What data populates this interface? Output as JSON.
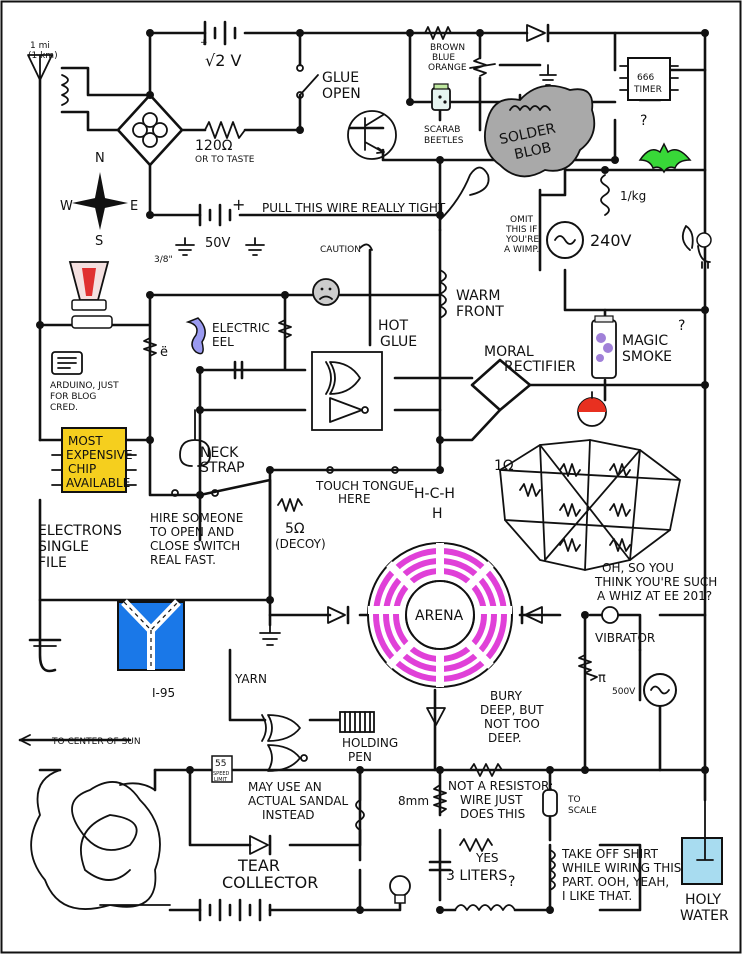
{
  "labels": {
    "distance_line1": "1 mi",
    "distance_line2": "(1 km)",
    "sqrt2v": "√2 V",
    "glue_open_1": "GLUE",
    "glue_open_2": "OPEN",
    "brown_1": "BROWN",
    "brown_2": "BLUE",
    "brown_3": "ORANGE",
    "timer_1": "666",
    "timer_2": "TIMER",
    "question_1": "?",
    "ohm120_1": "120Ω",
    "ohm120_2": "OR TO TASTE",
    "scarab_1": "SCARAB",
    "scarab_2": "BEETLES",
    "solder_1": "SOLDER",
    "solder_2": "BLOB",
    "compass_n": "N",
    "compass_s": "S",
    "compass_e": "E",
    "compass_w": "W",
    "pull_wire": "PULL THIS WIRE REALLY TIGHT",
    "v50": "50V",
    "caution": "CAUTION",
    "three_eighths": "3/8\"",
    "omit_1": "OMIT",
    "omit_2": "THIS IF",
    "omit_3": "YOU'RE",
    "omit_4": "A WIMP.",
    "v240": "240V",
    "kg1": "1/kg",
    "warm_1": "WARM",
    "warm_2": "FRONT",
    "electric_1": "ELECTRIC",
    "electric_2": "EEL",
    "hot_glue_1": "HOT",
    "hot_glue_2": "GLUE",
    "e_umlaut": "ë",
    "arduino_1": "ARDUINO, JUST",
    "arduino_2": "FOR BLOG",
    "arduino_3": "CRED.",
    "moral_1": "MORAL",
    "moral_2": "RECTIFIER",
    "magic_1": "MAGIC",
    "magic_2": "SMOKE",
    "question_2": "?",
    "chip_1": "MOST",
    "chip_2": "EXPENSIVE",
    "chip_3": "CHIP",
    "chip_4": "AVAILABLE",
    "neck_1": "NECK",
    "neck_2": "STRAP",
    "touch_1": "TOUCH TONGUE",
    "touch_2": "HERE",
    "hch_1": "H-C-H",
    "hch_2": "H",
    "ohm1": "1Ω",
    "electrons_1": "ELECTRONS",
    "electrons_2": "SINGLE",
    "electrons_3": "FILE",
    "hire_1": "HIRE SOMEONE",
    "hire_2": "TO OPEN AND",
    "hire_3": "CLOSE SWITCH",
    "hire_4": "REAL FAST.",
    "decoy_1": "5Ω",
    "decoy_2": "(DECOY)",
    "arena": "ARENA",
    "whiz_1": "OH, SO YOU",
    "whiz_2": "THINK YOU'RE SUCH",
    "whiz_3": "A WHIZ AT EE 201?",
    "vibrator": "VIBRATOR",
    "pi": "π",
    "v500": "500V",
    "i95": "I-95",
    "yarn": "YARN",
    "bury_1": "BURY",
    "bury_2": "DEEP, BUT",
    "bury_3": "NOT TOO",
    "bury_4": "DEEP.",
    "center_sun": "TO CENTER OF SUN",
    "holding_1": "HOLDING",
    "holding_2": "PEN",
    "speed_1": "55",
    "speed_2": "SPEED",
    "speed_3": "LIMIT",
    "sandal_1": "MAY USE AN",
    "sandal_2": "ACTUAL SANDAL",
    "sandal_3": "INSTEAD",
    "mm8": "8mm",
    "not_resistor_1": "NOT A RESISTOR;",
    "not_resistor_2": "WIRE JUST",
    "not_resistor_3": "DOES THIS",
    "to_scale_1": "TO",
    "to_scale_2": "SCALE",
    "tear_1": "TEAR",
    "tear_2": "COLLECTOR",
    "yes": "YES",
    "liters3": "3 LITERS",
    "question_3": "?",
    "shirt_1": "TAKE OFF SHIRT",
    "shirt_2": "WHILE WIRING THIS",
    "shirt_3": "PART. OOH, YEAH,",
    "shirt_4": "I LIKE THAT.",
    "holy_1": "HOLY",
    "holy_2": "WATER"
  },
  "colors": {
    "arena_magenta": "#e040d8",
    "chip_yellow": "#f5cf1e",
    "road_blue": "#1a78e8",
    "bat_green": "#38d838",
    "solder_gray": "#a9a9a9",
    "bobber_red": "#e83020",
    "lamp_red": "#e03030",
    "water_blue": "#a8dcf0"
  }
}
